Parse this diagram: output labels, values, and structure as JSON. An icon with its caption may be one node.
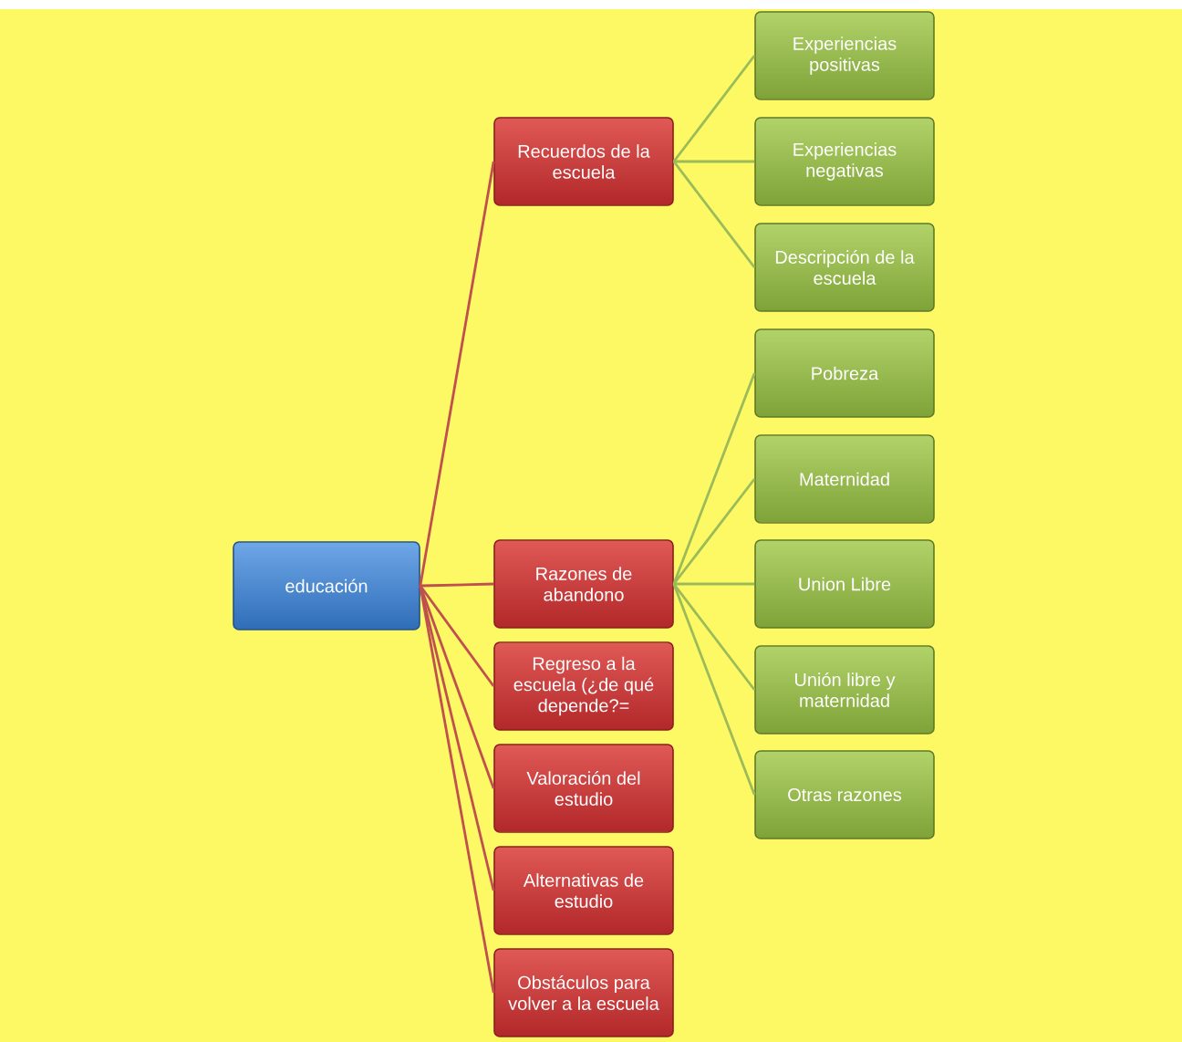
{
  "diagram": {
    "nodes": [
      {
        "text": [
          "educación"
        ]
      },
      {
        "text": [
          "Recuerdos de la escuela"
        ]
      },
      {
        "text": [
          "Experiencias positivas"
        ]
      },
      {
        "text": [
          "Experiencias negativas"
        ]
      },
      {
        "text": [
          "Descripción de la escuela"
        ]
      },
      {
        "text": [
          "Razones de abandono"
        ]
      },
      {
        "text": [
          "Pobreza"
        ]
      },
      {
        "text": [
          "Maternidad"
        ]
      },
      {
        "text": [
          "Union Libre"
        ]
      },
      {
        "text": [
          "Unión libre y maternidad"
        ]
      },
      {
        "text": [
          "Otras razones"
        ]
      },
      {
        "text": [
          "Regreso a la escuela (¿de qué depende?="
        ]
      },
      {
        "text": [
          "Valoración del estudio"
        ]
      },
      {
        "text": [
          "Alternativas de estudio"
        ]
      },
      {
        "text": [
          "Obstáculos para volver a la escuela"
        ]
      }
    ],
    "edges": [
      {
        "from": 0,
        "to": 1,
        "arrow": "none",
        "color": "#c0504d"
      },
      {
        "from": 1,
        "to": 2,
        "arrow": "none"
      },
      {
        "from": 1,
        "to": 3,
        "arrow": "none"
      },
      {
        "from": 1,
        "to": 4,
        "arrow": "none"
      },
      {
        "from": 0,
        "to": 5,
        "arrow": "none",
        "color": "#c0504d"
      },
      {
        "from": 5,
        "to": 6,
        "arrow": "none"
      },
      {
        "from": 5,
        "to": 7,
        "arrow": "none"
      },
      {
        "from": 5,
        "to": 8,
        "arrow": "none"
      },
      {
        "from": 5,
        "to": 9,
        "arrow": "none"
      },
      {
        "from": 5,
        "to": 10,
        "arrow": "none"
      },
      {
        "from": 0,
        "to": 11,
        "arrow": "none",
        "color": "#c0504d"
      },
      {
        "from": 0,
        "to": 12,
        "arrow": "none",
        "color": "#c0504d"
      },
      {
        "from": 0,
        "to": 13,
        "arrow": "none",
        "color": "#c0504d"
      },
      {
        "from": 0,
        "to": 14,
        "arrow": "none",
        "color": "#c0504d"
      }
    ]
  }
}
